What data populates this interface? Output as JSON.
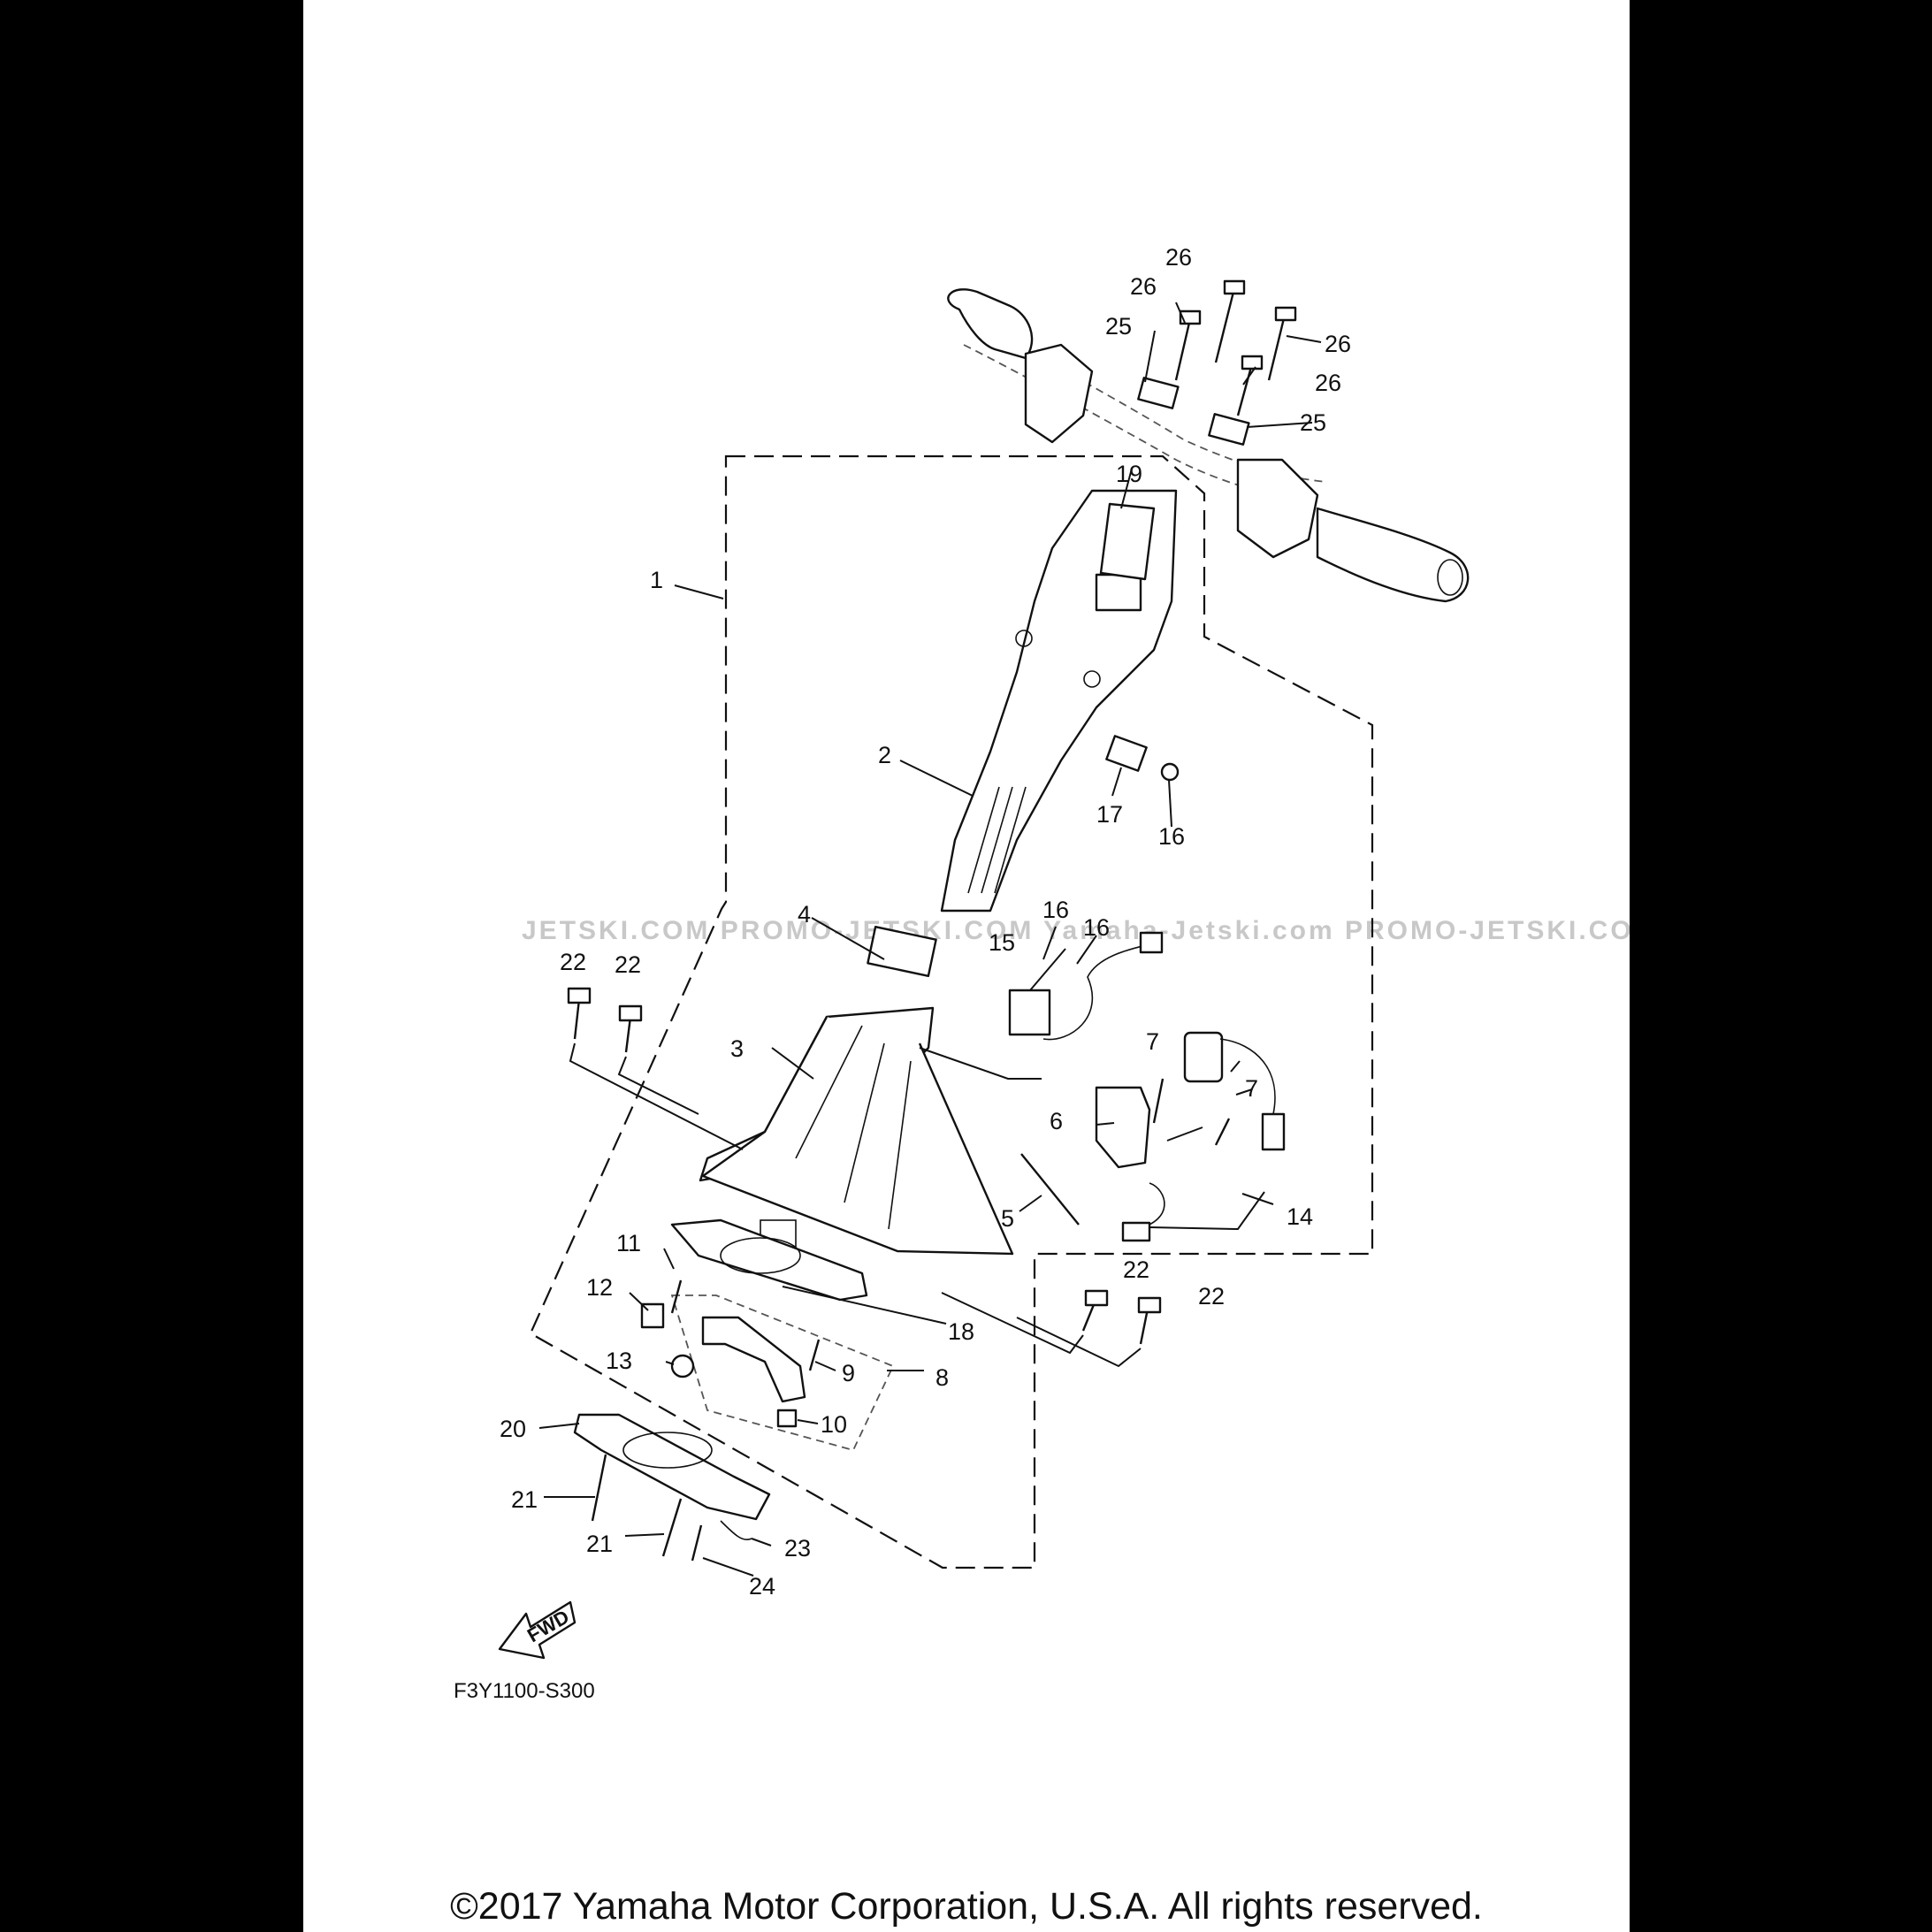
{
  "diagram": {
    "figure_code": "F3Y1100-S300",
    "direction_label": "FWD",
    "watermark": "JETSKI.COM PROMO-JETSKI.COM Yamaha-Jetski.com PROMO-JETSKI.COM",
    "callouts": [
      "1",
      "2",
      "3",
      "4",
      "5",
      "6",
      "7",
      "7",
      "8",
      "9",
      "10",
      "11",
      "12",
      "13",
      "14",
      "15",
      "16",
      "16",
      "16",
      "17",
      "18",
      "19",
      "20",
      "21",
      "21",
      "22",
      "22",
      "22",
      "22",
      "23",
      "24",
      "25",
      "25",
      "26",
      "26",
      "26",
      "26"
    ]
  },
  "footer": {
    "copyright": "©2017 Yamaha Motor Corporation, U.S.A. All rights reserved."
  }
}
